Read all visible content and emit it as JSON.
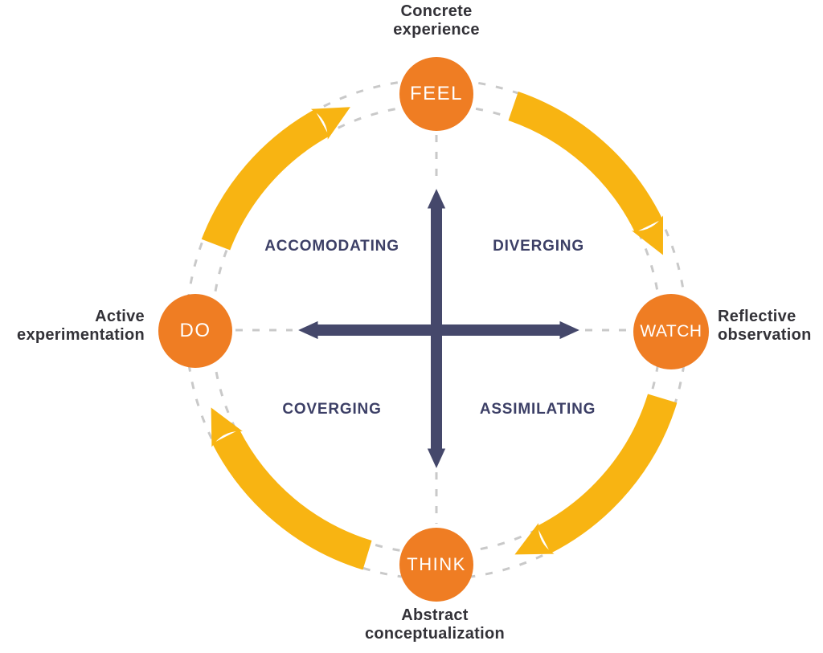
{
  "colors": {
    "node_orange": "#EF7D23",
    "arrow_yellow": "#F8B412",
    "axis_navy": "#45486B",
    "quadrant_text": "#3C3F66",
    "outer_text": "#333238",
    "dash_gray": "#C9C9C9",
    "node_text": "#FFFFFF",
    "background": "#FFFFFF"
  },
  "diagram": {
    "outer_labels": {
      "top": [
        "Concrete",
        "experience"
      ],
      "right": [
        "Reflective",
        "observation"
      ],
      "bottom": [
        "Abstract",
        "conceptualization"
      ],
      "left": [
        "Active",
        "experimentation"
      ]
    },
    "nodes": {
      "top": "FEEL",
      "right": "WATCH",
      "bottom": "THINK",
      "left": "DO"
    },
    "quadrants": {
      "top_left": "ACCOMODATING",
      "top_right": "DIVERGING",
      "bottom_left": "COVERGING",
      "bottom_right": "ASSIMILATING"
    }
  }
}
